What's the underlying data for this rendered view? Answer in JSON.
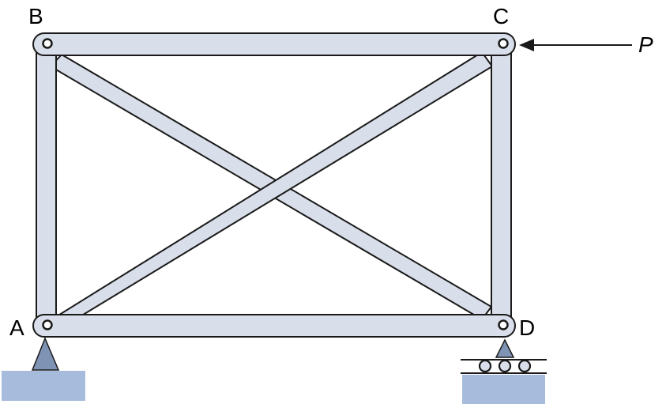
{
  "labels": {
    "node_b": "B",
    "node_c": "C",
    "node_a": "A",
    "node_d": "D",
    "load": "P"
  },
  "colors": {
    "member_fill": "#d9dfea",
    "outline": "#1a1a1a",
    "support_fill": "#7f93b4",
    "ground_fill": "#a7bcdc"
  }
}
